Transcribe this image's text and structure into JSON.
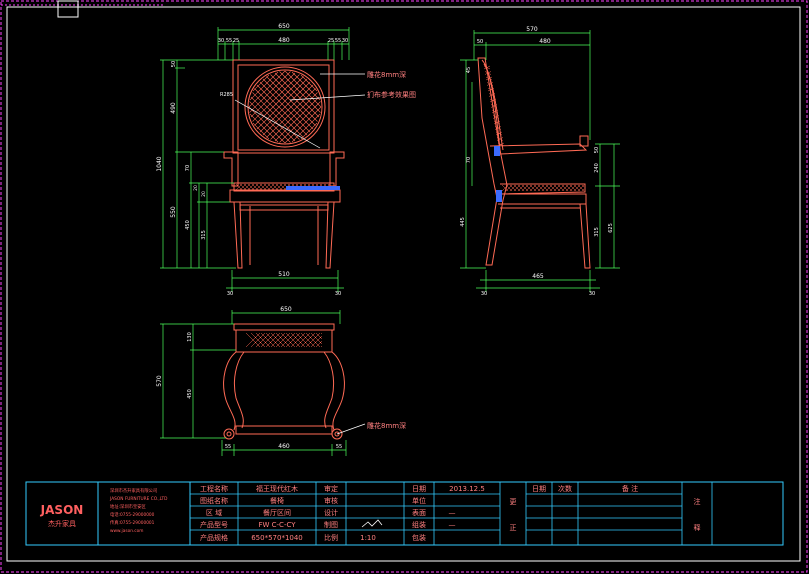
{
  "colors": {
    "background": "#000000",
    "frame": "#ff44ff",
    "border": "#ffffff",
    "furniture": "#ff6a55",
    "dimension": "#4cff5a",
    "dim_text": "#ffffff",
    "note": "#ff8080",
    "leader": "#ffffff",
    "cyan": "#33ccff",
    "seat_highlight": "#3b6bff",
    "table_text": "#ff8080",
    "logo": "#ff6060"
  },
  "front_view": {
    "dims_top": {
      "overall": "650",
      "inner": "480",
      "left_segs": [
        "30",
        "55",
        "25"
      ],
      "right_segs": [
        "25",
        "55",
        "30"
      ]
    },
    "dims_left": {
      "total": "1040",
      "upper": "490",
      "lower": "550",
      "leg": "450",
      "r1": "50",
      "r2": "70",
      "r3": "20",
      "r4": "20",
      "r5": "315"
    },
    "dim_bottom": "510",
    "foot_left": "30",
    "foot_right": "30",
    "round_label": "R285",
    "note_carving": "雕花8mm深",
    "note_fabric": "扪布参考效果图"
  },
  "side_view": {
    "dims_top": {
      "overall": "570",
      "inner": "480",
      "left": "50"
    },
    "dims_right": {
      "a": "50",
      "b": "240",
      "c": "315",
      "d": "625"
    },
    "dims_left": {
      "a": "45",
      "b": "70",
      "c": "445"
    },
    "dim_bottom": "465",
    "foot_left": "30",
    "foot_right": "30"
  },
  "plan_view": {
    "dim_top": "650",
    "dim_left": {
      "a": "130",
      "b": "570",
      "c": "450"
    },
    "dims_bottom": {
      "left": "55",
      "mid": "460",
      "right": "55"
    },
    "note_carving": "雕花8mm深"
  },
  "title_block": {
    "logo_text": "JASON",
    "logo_sub": "杰升家具",
    "company_lines": [
      "深圳市杰升家具有限公司",
      "JASON FURNITURE CO.,LTD",
      "地址:深圳市宝安区",
      "电话:0755-29000000",
      "传真:0755-29000001",
      "www.jason.com"
    ],
    "rows": [
      {
        "label": "工程名称",
        "value": "福王现代红木",
        "label2": "审定",
        "value2": "",
        "label3": "日期",
        "value3": "2013.12.5"
      },
      {
        "label": "图纸名称",
        "value": "餐椅",
        "label2": "审核",
        "value2": "",
        "label3": "单位",
        "value3": ""
      },
      {
        "label": "区  域",
        "value": "餐厅区间",
        "label2": "设计",
        "value2": "",
        "label3": "表面",
        "value3": "—"
      },
      {
        "label": "产品型号",
        "value": "FW C-C-CY",
        "label2": "制图",
        "value2": "",
        "label3": "组装",
        "value3": "—"
      },
      {
        "label": "产品规格",
        "value": "650*570*1040",
        "label2": "比例",
        "value2": "1:10",
        "label3": "包装",
        "value3": ""
      }
    ],
    "change_label_top": "更",
    "change_label_bottom": "正",
    "rev_headers": [
      "日期",
      "次数",
      "备    注"
    ],
    "note_label_top": "注",
    "note_label_bottom": "释"
  }
}
